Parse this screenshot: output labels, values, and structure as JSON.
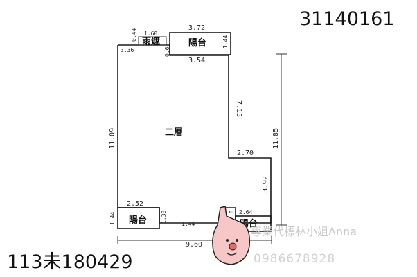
{
  "header": {
    "building_id": "31140161",
    "serial_number": "113未180429"
  },
  "floor": {
    "label": "二層"
  },
  "rooms": {
    "rain_shelter": "雨遮",
    "balcony_top": "陽台",
    "balcony_bottom_left": "陽台",
    "balcony_bottom_right": "陽台"
  },
  "dimensions": {
    "rain_shelter_width": "1.60",
    "rain_shelter_depth": "0.44",
    "rain_shelter_base": "3.36",
    "rain_shelter_gap": "0.6",
    "balcony_top_width": "3.72",
    "balcony_top_base": "3.54",
    "balcony_top_depth": "1.44",
    "main_left_height": "11.09",
    "right_wall_height": "7.15",
    "step_width": "2.70",
    "right_lower_height": "3.92",
    "overall_height": "11.85",
    "balcony_bl_width": "2.52",
    "balcony_bl_depth_left": "1.44",
    "balcony_bl_depth_right": "1.38",
    "bottom_wall_segment": "1.44",
    "balcony_br_width": "2.64",
    "balcony_br_depth": "1.0",
    "overall_width": "9.60"
  },
  "watermark": {
    "agent_text": "專業代標林小姐Anna",
    "phone": "0986678928",
    "mascot_icon": "thumbs-up-face-icon"
  }
}
